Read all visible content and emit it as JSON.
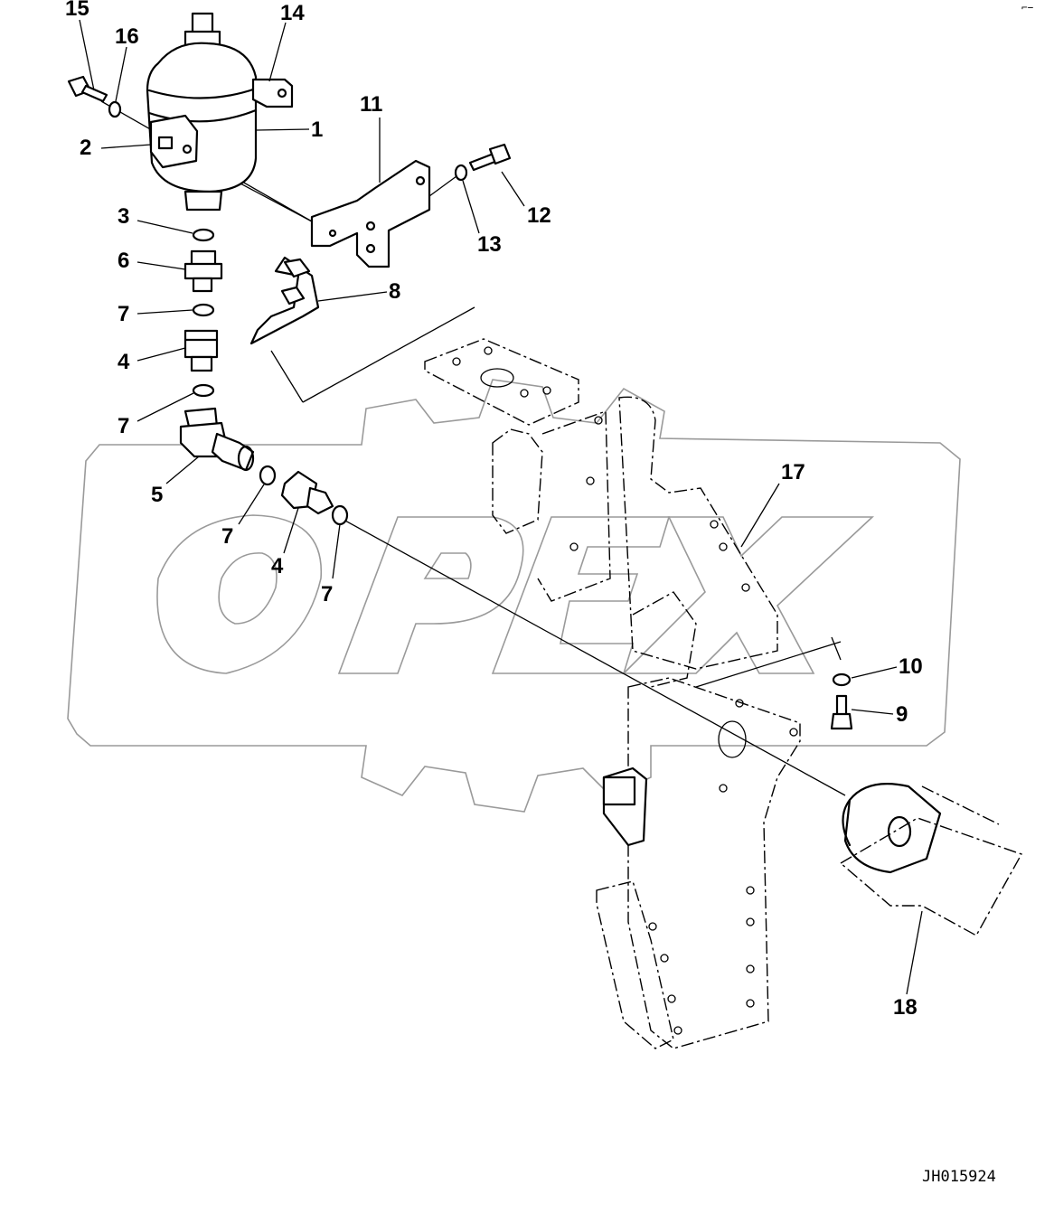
{
  "diagram": {
    "drawing_code": "JH015924",
    "watermark_text": "OPEX",
    "callouts": [
      "1",
      "2",
      "3",
      "4",
      "4",
      "5",
      "6",
      "7",
      "7",
      "7",
      "7",
      "8",
      "9",
      "10",
      "11",
      "12",
      "13",
      "14",
      "15",
      "16",
      "17",
      "18"
    ],
    "parts": {
      "accumulator": "1",
      "clamp": "2",
      "o_ring_top": "3",
      "adapter_upper": "4",
      "adapter_lower": "4",
      "elbow": "5",
      "switch": "6",
      "o_ring_a": "7",
      "o_ring_b": "7",
      "o_ring_c": "7",
      "o_ring_d": "7",
      "plate": "8",
      "bolt_lower": "9",
      "washer_lower": "10",
      "bracket": "11",
      "bolt_right": "12",
      "washer_right": "13",
      "strap": "14",
      "bolt_top": "15",
      "washer_top": "16",
      "frame": "17",
      "valve": "18"
    }
  }
}
